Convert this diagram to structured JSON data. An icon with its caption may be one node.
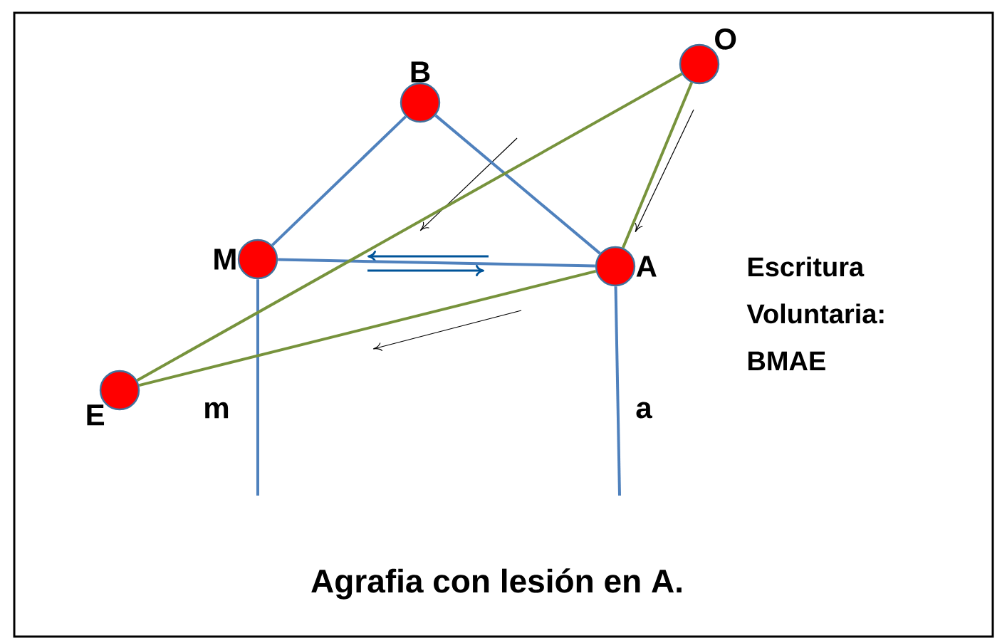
{
  "diagram": {
    "caption": "Agrafia con lesión en A.",
    "nodes": [
      {
        "text": [
          "B"
        ]
      },
      {
        "text": [
          "M"
        ]
      },
      {
        "text": [
          "A"
        ]
      },
      {
        "text": [
          "O"
        ]
      },
      {
        "text": [
          "E"
        ]
      }
    ],
    "edges": [
      {
        "from": 0,
        "to": 1,
        "arrow": "none"
      },
      {
        "from": 0,
        "to": 2,
        "arrow": "none"
      },
      {
        "from": 1,
        "to": 2,
        "arrow": "none"
      },
      {
        "from": 1,
        "to": null,
        "arrow": "none",
        "label": "m"
      },
      {
        "from": 2,
        "to": null,
        "arrow": "none",
        "label": "a"
      },
      {
        "from": 3,
        "to": 4,
        "arrow": "none",
        "color": "#77933c"
      },
      {
        "from": 3,
        "to": 2,
        "arrow": "none",
        "color": "#77933c"
      },
      {
        "from": 2,
        "to": 4,
        "arrow": "none",
        "color": "#77933c"
      }
    ],
    "labels": [
      "Escritura Voluntaria: BMAE"
    ]
  }
}
